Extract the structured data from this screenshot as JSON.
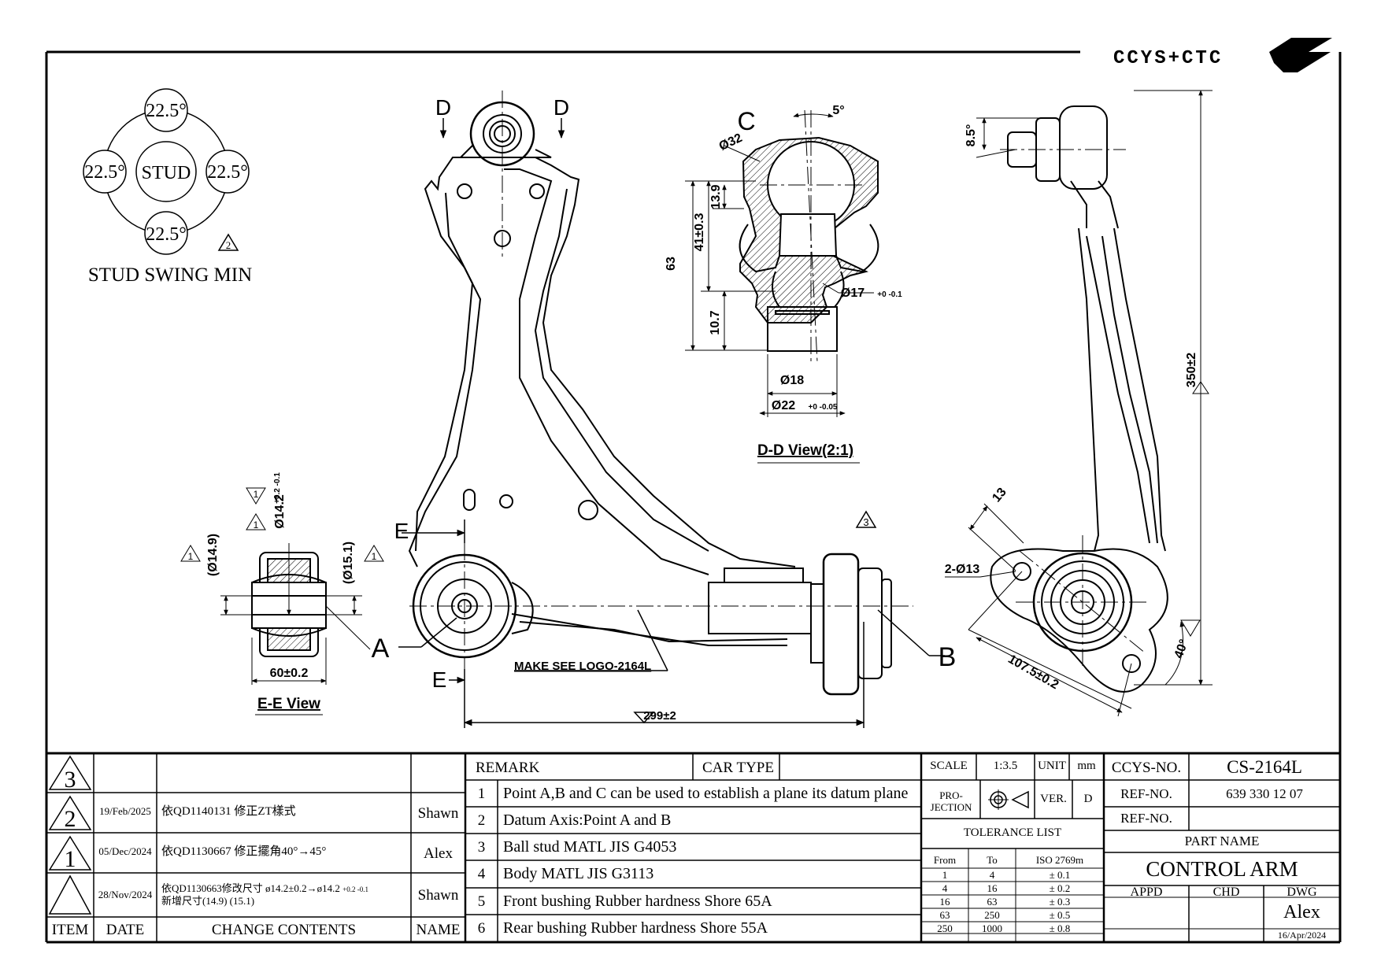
{
  "logo": {
    "text": "CCYS+CTC"
  },
  "stud_swing": {
    "angles": [
      "22.5°",
      "22.5°",
      "22.5°",
      "22.5°"
    ],
    "center_label": "STUD",
    "title": "STUD SWING MIN",
    "rev_mark": "2"
  },
  "section_marks": {
    "d_left": "D",
    "d_right": "D",
    "e_top": "E",
    "e_bottom": "E",
    "point_a": "A",
    "point_b": "B",
    "point_c": "C"
  },
  "dd_view": {
    "title": "D-D View(2:1)",
    "dims": {
      "angle": "5°",
      "dia32": "Ø32",
      "h139": "13.9",
      "h41": "41±0.3",
      "h63": "63",
      "h107": "10.7",
      "dia17": "Ø17",
      "dia17_tol": "+0 -0.1",
      "dia18": "Ø18",
      "dia22": "Ø22",
      "dia22_tol": "+0 -0.05"
    }
  },
  "ee_view": {
    "title": "E-E View",
    "dims": {
      "d149": "(Ø14.9)",
      "d151": "(Ø15.1)",
      "d142": "Ø14.2",
      "d142_tol": "+0.2 -0.1",
      "w60": "60±0.2"
    },
    "rev_marks": [
      "1",
      "1",
      "1",
      "1"
    ]
  },
  "main_view": {
    "logo_note": "MAKE SEE LOGO-2164L",
    "length": "299±2",
    "rev_mark": "3"
  },
  "side_view": {
    "angle85": "8.5°",
    "length350": "350±2",
    "d13": "13",
    "holes": "2-Ø13",
    "len1075": "107.5±0.2",
    "angle40": "40°"
  },
  "revisions": {
    "rows": [
      {
        "item": "3",
        "date": "19/Feb/2025",
        "content": "依QD1140131 修正ZT樣式",
        "name": "Shawn"
      },
      {
        "item": "2",
        "date": "05/Dec/2024",
        "content": "依QD1130667 修正擺角40°→45°",
        "name": "Alex"
      },
      {
        "item": "1",
        "date": "28/Nov/2024",
        "content": "依QD1130663修改尺寸 ø14.2±0.2→ø14.2",
        "content_tol": "+0.2 -0.1",
        "content2": "新增尺寸(14.9) (15.1)",
        "name": "Shawn"
      }
    ],
    "headers": {
      "item": "ITEM",
      "date": "DATE",
      "content": "CHANGE CONTENTS",
      "name": "NAME"
    }
  },
  "remarks": {
    "header": "REMARK",
    "car_type": "CAR TYPE",
    "items": [
      {
        "n": "1",
        "text": "Point A,B and C can be used to establish a plane its datum plane"
      },
      {
        "n": "2",
        "text": "Datum Axis:Point A and B"
      },
      {
        "n": "3",
        "text": "Ball stud MATL JIS G4053"
      },
      {
        "n": "4",
        "text": "Body MATL JIS G3113"
      },
      {
        "n": "5",
        "text": "Front bushing Rubber hardness Shore 65A"
      },
      {
        "n": "6",
        "text": "Rear bushing Rubber hardness Shore 55A"
      }
    ]
  },
  "scale_block": {
    "scale_label": "SCALE",
    "scale": "1:3.5",
    "unit_label": "UNIT",
    "unit": "mm",
    "projection": "PRO-JECTION",
    "ver_label": "VER.",
    "ver": "D",
    "tolerance_title": "TOLERANCE LIST",
    "tol_headers": [
      "From",
      "To",
      "ISO 2769m"
    ],
    "tol_rows": [
      [
        "1",
        "4",
        "± 0.1"
      ],
      [
        "4",
        "16",
        "± 0.2"
      ],
      [
        "16",
        "63",
        "± 0.3"
      ],
      [
        "63",
        "250",
        "± 0.5"
      ],
      [
        "250",
        "1000",
        "± 0.8"
      ]
    ]
  },
  "title_block": {
    "ccys_label": "CCYS-NO.",
    "ccys": "CS-2164L",
    "ref_label": "REF-NO.",
    "ref": "639 330 12 07",
    "ref2_label": "REF-NO.",
    "ref2": "",
    "part_name_label": "PART NAME",
    "part_name": "CONTROL ARM",
    "appd": "APPD",
    "chd": "CHD",
    "dwg": "DWG",
    "drawn_by": "Alex",
    "drawn_date": "16/Apr/2024"
  }
}
